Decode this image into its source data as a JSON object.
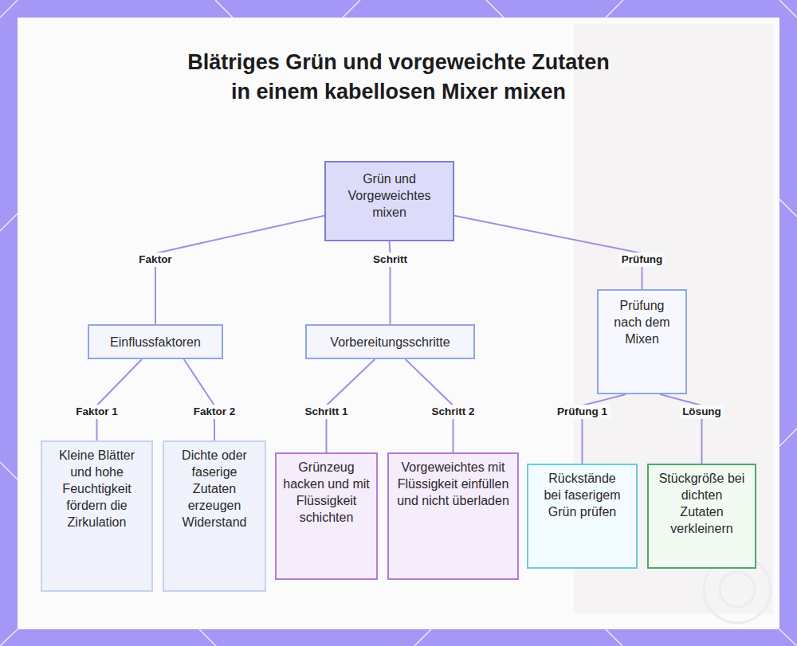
{
  "diagram": {
    "title": "Blätriges Grün und vorgeweichte Zutaten in einem kabellosen Mixer mixen",
    "nodes": [
      {
        "text": [
          "Grün und Vorgeweichtes mixen"
        ]
      },
      {
        "text": [
          "Einflussfaktoren"
        ]
      },
      {
        "text": [
          "Vorbereitungsschritte"
        ]
      },
      {
        "text": [
          "Prüfung nach dem Mixen"
        ]
      },
      {
        "text": [
          "Kleine Blätter und hohe Feuchtigkeit fördern die Zirkulation"
        ]
      },
      {
        "text": [
          "Dichte oder faserige Zutaten erzeugen Widerstand"
        ]
      },
      {
        "text": [
          "Grünzeug hacken und mit Flüssigkeit schichten"
        ]
      },
      {
        "text": [
          "Vorgeweichtes mit Flüssigkeit einfüllen und nicht überladen"
        ]
      },
      {
        "text": [
          "Rückstände bei faserigem Grün prüfen"
        ]
      },
      {
        "text": [
          "Stückgröße bei dichten Zutaten verkleinern"
        ]
      }
    ],
    "edges": [
      {
        "from": 0,
        "to": 1,
        "label": "Faktor",
        "arrow": "none"
      },
      {
        "from": 0,
        "to": 2,
        "label": "Schritt",
        "arrow": "none"
      },
      {
        "from": 0,
        "to": 3,
        "label": "Prüfung",
        "arrow": "none"
      },
      {
        "from": 1,
        "to": 4,
        "label": "Faktor 1",
        "arrow": "none"
      },
      {
        "from": 1,
        "to": 5,
        "label": "Faktor 2",
        "arrow": "none"
      },
      {
        "from": 2,
        "to": 6,
        "label": "Schritt 1",
        "arrow": "none"
      },
      {
        "from": 2,
        "to": 7,
        "label": "Schritt 2",
        "arrow": "none"
      },
      {
        "from": 3,
        "to": 8,
        "label": "Prüfung 1",
        "arrow": "none"
      },
      {
        "from": 3,
        "to": 9,
        "label": "Lösung",
        "arrow": "none"
      }
    ]
  }
}
